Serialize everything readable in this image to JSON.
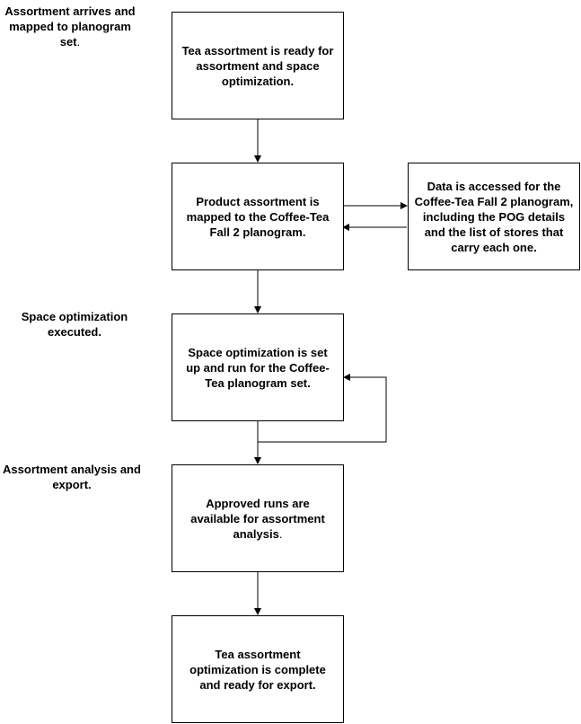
{
  "side_labels": {
    "arrives": {
      "text": "Assortment arrives and mapped to planogram set",
      "suffix": "."
    },
    "space": {
      "text": "Space optimization executed."
    },
    "analysis": {
      "text": "Assortment analysis and export."
    }
  },
  "steps": {
    "ready": {
      "text": "Tea assortment is ready for assortment and space optimization."
    },
    "mapped": {
      "text": "Product assortment is mapped to the Coffee-Tea Fall 2 planogram."
    },
    "data": {
      "text": "Data is accessed for the Coffee-Tea Fall 2 planogram, including the POG details and the list of stores that carry each one."
    },
    "space_run": {
      "text": "Space optimization is set up and run for the Coffee-Tea planogram set."
    },
    "approved": {
      "text": "Approved runs are available for assortment analysis",
      "suffix": "."
    },
    "complete": {
      "text": "Tea assortment optimization is complete and ready for export."
    }
  },
  "colors": {
    "stroke": "#000000",
    "fill": "#ffffff",
    "text": "#000000"
  }
}
